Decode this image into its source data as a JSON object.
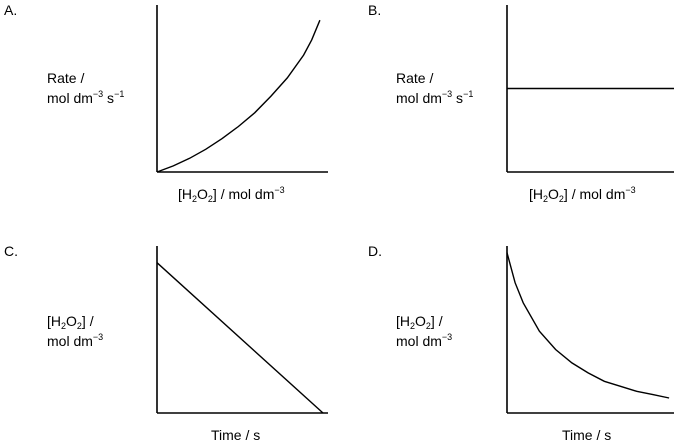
{
  "chart_data": [
    {
      "panel": "A.",
      "type": "line",
      "ylabel": {
        "line1": "Rate /",
        "line2_main": "mol dm",
        "line2_sup1": "−3",
        "line2_mid": " s",
        "line2_sup2": "−1"
      },
      "xlabel": {
        "pre": "[H",
        "sub1": "2",
        "mid": "O",
        "sub2": "2",
        "post": "] / mol dm",
        "sup": "−3"
      },
      "shape": "exponential-increase",
      "x": [
        0,
        0.1,
        0.2,
        0.3,
        0.4,
        0.5,
        0.6,
        0.7,
        0.8,
        0.9,
        0.95,
        1.0
      ],
      "y": [
        0,
        0.04,
        0.09,
        0.15,
        0.22,
        0.3,
        0.39,
        0.5,
        0.62,
        0.77,
        0.87,
        1.0
      ],
      "xlim": [
        0,
        1.05
      ],
      "ylim": [
        0,
        1.1
      ]
    },
    {
      "panel": "B.",
      "type": "line",
      "ylabel": {
        "line1": "Rate /",
        "line2_main": "mol dm",
        "line2_sup1": "−3",
        "line2_mid": " s",
        "line2_sup2": "−1"
      },
      "xlabel": {
        "pre": "[H",
        "sub1": "2",
        "mid": "O",
        "sub2": "2",
        "post": "] / mol dm",
        "sup": "−3"
      },
      "shape": "constant",
      "x": [
        0,
        1.05
      ],
      "y": [
        0.5,
        0.5
      ],
      "xlim": [
        0,
        1.05
      ],
      "ylim": [
        0,
        1.0
      ]
    },
    {
      "panel": "C.",
      "type": "line",
      "ylabel": {
        "line1_pre": "[H",
        "line1_sub1": "2",
        "line1_mid": "O",
        "line1_sub2": "2",
        "line1_post": "] /",
        "line2_main": "mol dm",
        "line2_sup": "−3"
      },
      "xlabel": {
        "text": "Time / s"
      },
      "shape": "linear-decrease",
      "x": [
        0,
        1.0
      ],
      "y": [
        0.9,
        0
      ],
      "xlim": [
        0,
        1.03
      ],
      "ylim": [
        0,
        1.0
      ]
    },
    {
      "panel": "D.",
      "type": "line",
      "ylabel": {
        "line1_pre": "[H",
        "line1_sub1": "2",
        "line1_mid": "O",
        "line1_sub2": "2",
        "line1_post": "] /",
        "line2_main": "mol dm",
        "line2_sup": "−3"
      },
      "xlabel": {
        "text": "Time / s"
      },
      "shape": "exponential-decay",
      "x": [
        0,
        0.05,
        0.1,
        0.2,
        0.3,
        0.4,
        0.5,
        0.6,
        0.7,
        0.8,
        0.9,
        1.0
      ],
      "y": [
        0.96,
        0.78,
        0.66,
        0.49,
        0.38,
        0.3,
        0.24,
        0.19,
        0.16,
        0.13,
        0.11,
        0.09
      ],
      "xlim": [
        0,
        1.03
      ],
      "ylim": [
        0,
        1.0
      ]
    }
  ]
}
